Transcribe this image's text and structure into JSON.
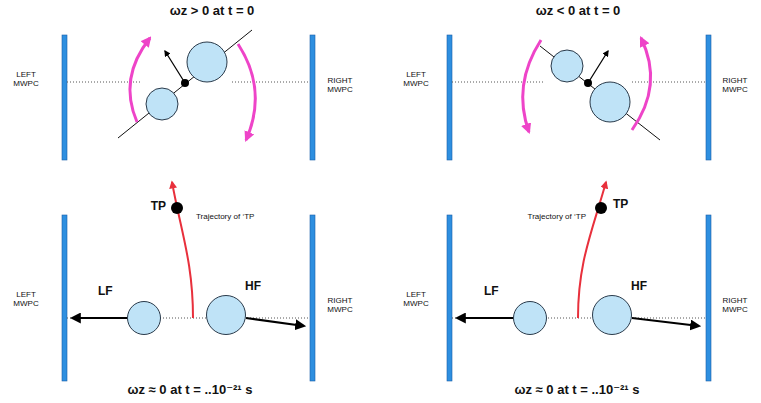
{
  "diagram": {
    "nodes": [
      {
        "text": [
          "LF"
        ]
      },
      {
        "text": [
          "HF"
        ]
      },
      {
        "text": [
          "LF"
        ]
      },
      {
        "text": [
          "HF"
        ]
      }
    ],
    "labels": [
      "ωz > 0 at t = 0",
      "ωz < 0 at t = 0",
      "LEFT MWPC",
      "RIGHT MWPC",
      "LEFT MWPC",
      "RIGHT MWPC",
      "TP",
      "Trajectory of ‘TP",
      "Trajectory of ‘TP",
      "TP",
      "LEFT MWPC",
      "RIGHT MWPC",
      "LEFT MWPC",
      "RIGHT MWPC",
      "ωz ≈ 0 at t = ..10⁻²¹ s",
      "ωz ≈ 0 at t = ..10⁻²¹ s"
    ]
  }
}
